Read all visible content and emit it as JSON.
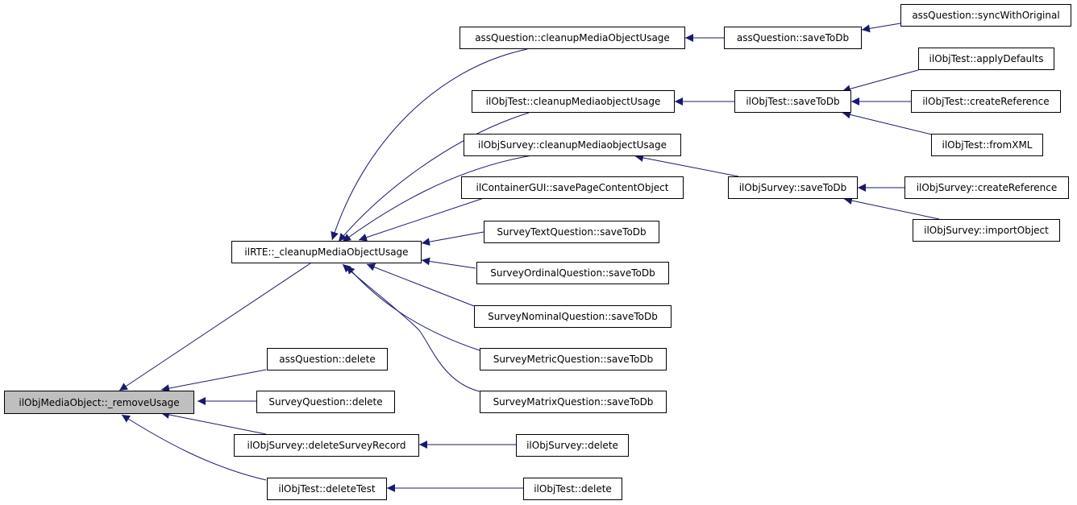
{
  "colors": {
    "edge": "#191970",
    "node_border": "#000000",
    "node_fill": "#ffffff",
    "root_fill": "#bfbfbf"
  },
  "nodes": {
    "root": "ilObjMediaObject::_removeUsage",
    "rte_cleanup": "ilRTE::_cleanupMediaObjectUsage",
    "assq_delete": "assQuestion::delete",
    "surveyq_delete": "SurveyQuestion::delete",
    "survey_delrec": "ilObjSurvey::deleteSurveyRecord",
    "test_deltest": "ilObjTest::deleteTest",
    "assq_cleanup": "assQuestion::cleanupMediaObjectUsage",
    "test_cleanup": "ilObjTest::cleanupMediaobjectUsage",
    "survey_cleanup": "ilObjSurvey::cleanupMediaobjectUsage",
    "container_savepage": "ilContainerGUI::savePageContentObject",
    "surveytext_save": "SurveyTextQuestion::saveToDb",
    "surveyordinal_save": "SurveyOrdinalQuestion::saveToDb",
    "surveynominal_save": "SurveyNominalQuestion::saveToDb",
    "surveymetric_save": "SurveyMetricQuestion::saveToDb",
    "surveymatrix_save": "SurveyMatrixQuestion::saveToDb",
    "survey_delete": "ilObjSurvey::delete",
    "test_delete": "ilObjTest::delete",
    "assq_save": "assQuestion::saveToDb",
    "test_save": "ilObjTest::saveToDb",
    "survey_save": "ilObjSurvey::saveToDb",
    "assq_sync": "assQuestion::syncWithOriginal",
    "test_applydefaults": "ilObjTest::applyDefaults",
    "test_createref": "ilObjTest::createReference",
    "test_fromxml": "ilObjTest::fromXML",
    "survey_createref": "ilObjSurvey::createReference",
    "survey_import": "ilObjSurvey::importObject"
  }
}
